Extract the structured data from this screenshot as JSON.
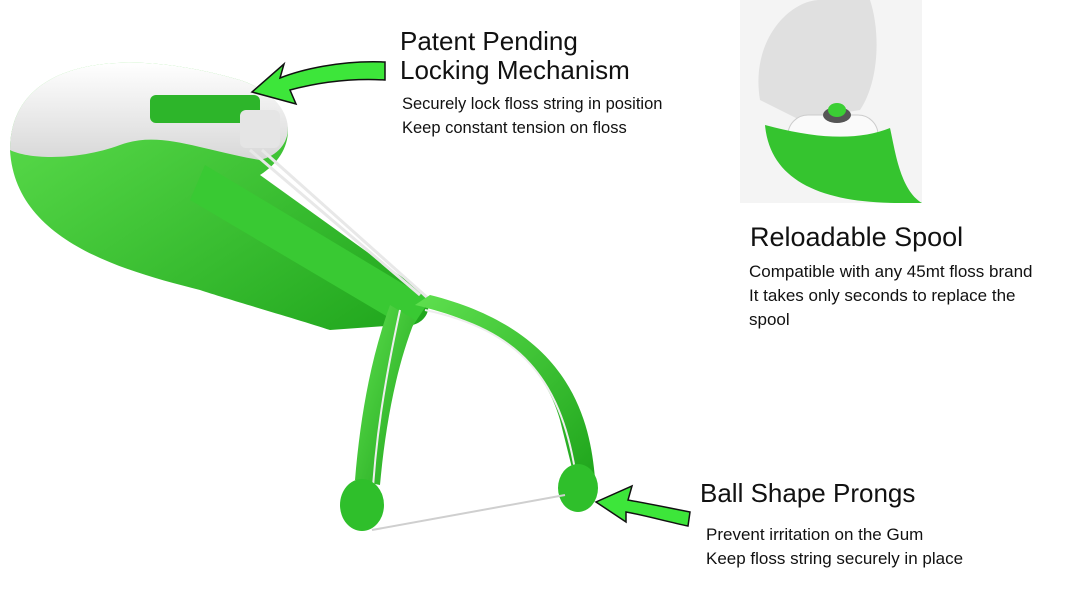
{
  "colors": {
    "green": "#3bcf34",
    "dark_green": "#1f9a1c",
    "arrow": "#3de63a",
    "white_shell": "#f2f2f2"
  },
  "locking": {
    "title_line1": "Patent Pending",
    "title_line2": "Locking Mechanism",
    "desc_line1": "Securely lock floss string in position",
    "desc_line2": "Keep constant tension on floss"
  },
  "spool": {
    "title": "Reloadable Spool",
    "desc_line1": "Compatible with any 45mt floss brand",
    "desc_line2": "It takes only seconds to replace the",
    "desc_line3": "spool"
  },
  "prongs": {
    "title": "Ball Shape Prongs",
    "desc_line1": "Prevent irritation on the Gum",
    "desc_line2": "Keep floss string securely in place"
  }
}
